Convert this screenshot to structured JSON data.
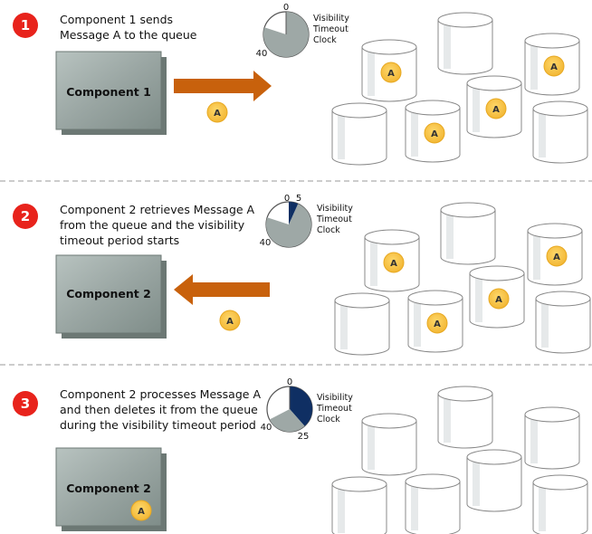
{
  "steps": [
    {
      "number": "1",
      "caption": [
        "Component 1 sends",
        "Message A to the queue"
      ],
      "component": "Component 1",
      "message": "A",
      "clock": {
        "labels": {
          "top": "0",
          "left": "40"
        },
        "elapsed": null,
        "title": [
          "Visibility",
          "Timeout",
          "Clock"
        ]
      },
      "queue_messages": "A"
    },
    {
      "number": "2",
      "caption": [
        "Component 2 retrieves Message A",
        "from the queue and the visibility",
        "timeout period starts"
      ],
      "component": "Component 2",
      "message": "A",
      "clock": {
        "labels": {
          "top": "0",
          "right": "5",
          "left": "40"
        },
        "elapsed": 5,
        "title": [
          "Visibility",
          "Timeout",
          "Clock"
        ]
      },
      "queue_messages": "A"
    },
    {
      "number": "3",
      "caption": [
        "Component 2 processes Message A",
        "and then deletes it from the queue",
        "during the visibility timeout period"
      ],
      "component": "Component 2",
      "message": "A",
      "clock": {
        "labels": {
          "top": "0",
          "left": "40",
          "bottom": "25"
        },
        "elapsed": 25,
        "title": [
          "Visibility",
          "Timeout",
          "Clock"
        ]
      },
      "queue_messages": ""
    }
  ],
  "colors": {
    "step_badge": "#e8231c",
    "arrow": "#c8610c",
    "message": "#f7c54a",
    "clock_idle": "#9ea8a6",
    "clock_elapsed": "#0f2f63",
    "component_box": "#8f9c98"
  }
}
